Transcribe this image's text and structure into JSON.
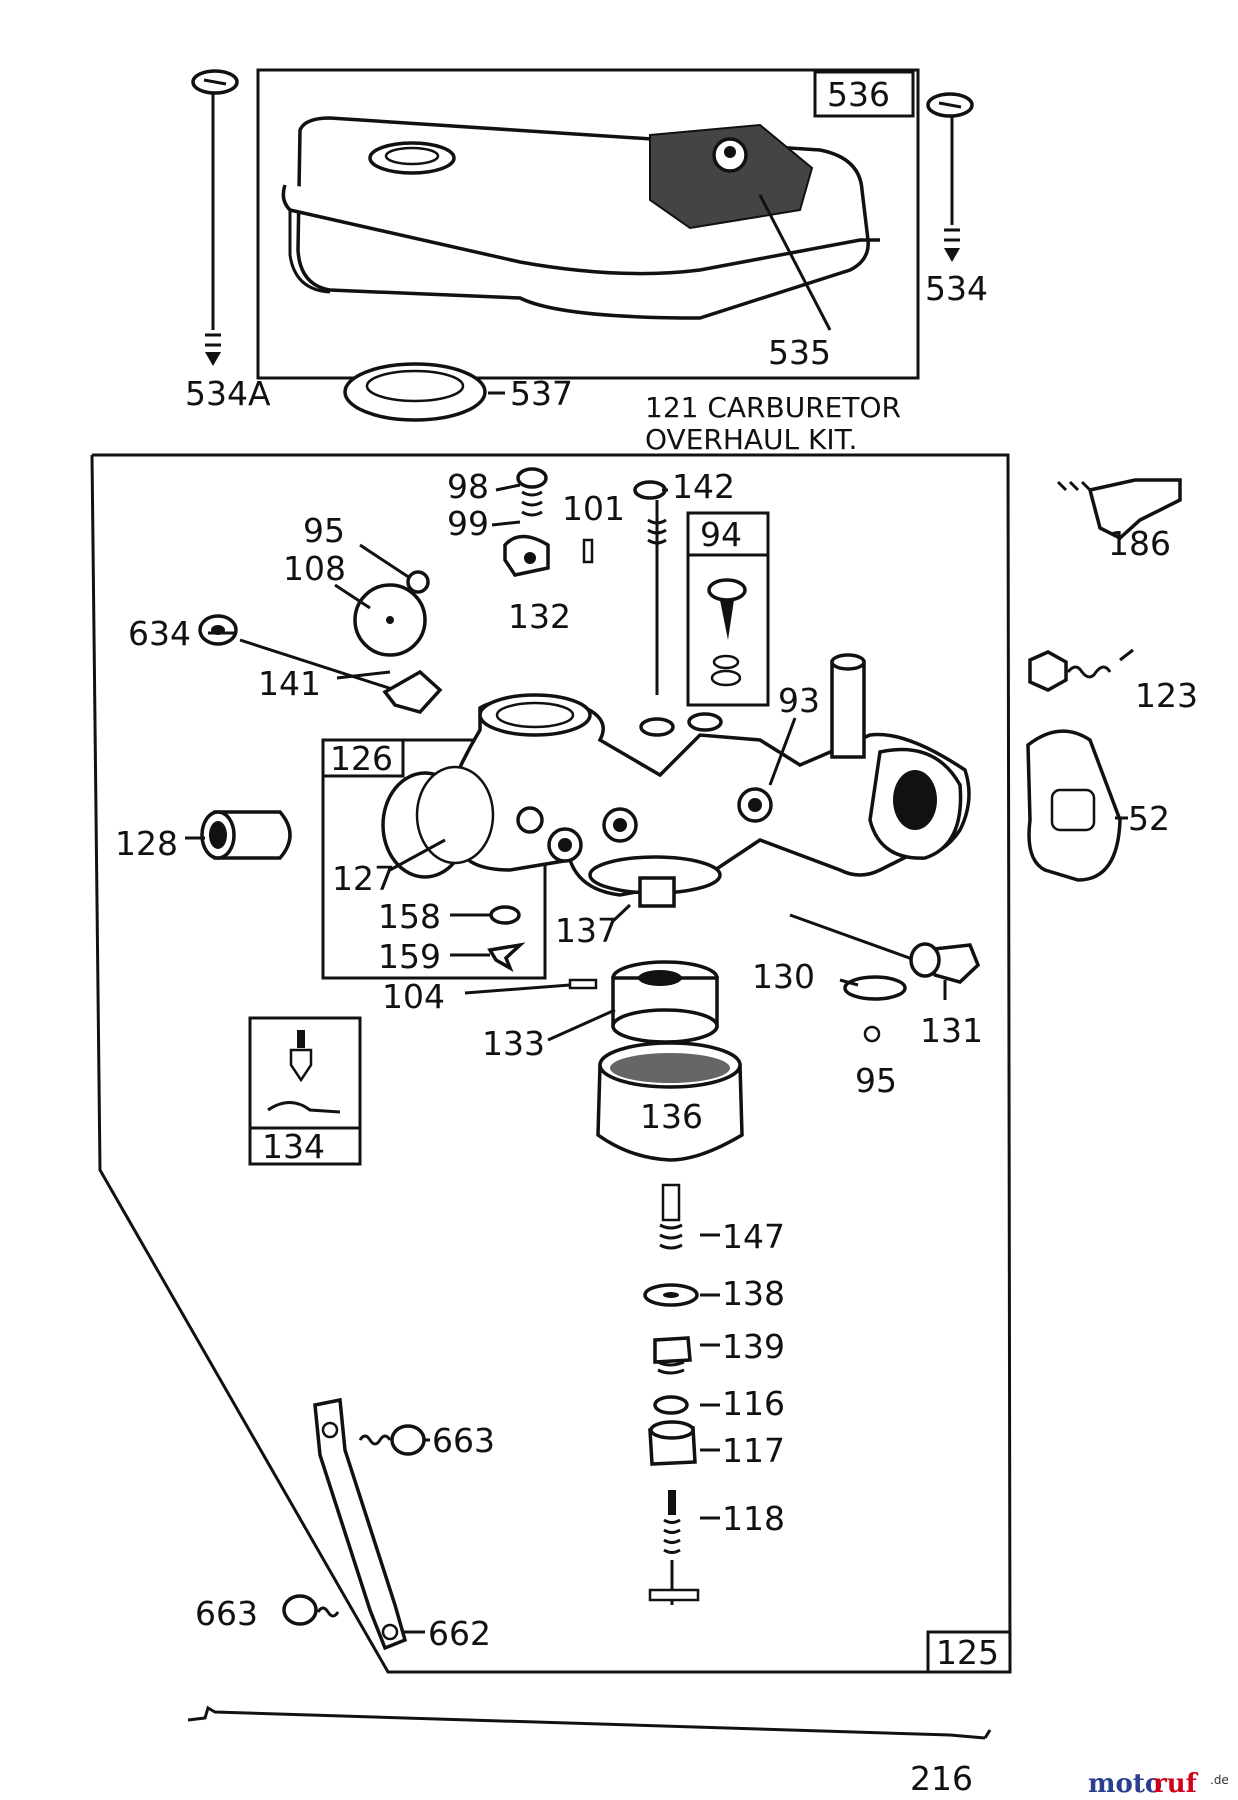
{
  "kit_label": {
    "line1": "121 CARBURETOR",
    "line2": "OVERHAUL KIT."
  },
  "boxed_labels": [
    "536",
    "94",
    "126",
    "134",
    "125"
  ],
  "part_labels": [
    "534A",
    "537",
    "534",
    "535",
    "98",
    "99",
    "101",
    "142",
    "95",
    "108",
    "132",
    "186",
    "634",
    "141",
    "93",
    "123",
    "52",
    "128",
    "127",
    "158",
    "159",
    "137",
    "104",
    "130",
    "131",
    "133",
    "95",
    "136",
    "147",
    "138",
    "139",
    "116",
    "117",
    "118",
    "663",
    "663",
    "662",
    "216"
  ],
  "watermark": {
    "moto": "moto",
    "ruf": "ruf",
    "tld": ".de"
  }
}
